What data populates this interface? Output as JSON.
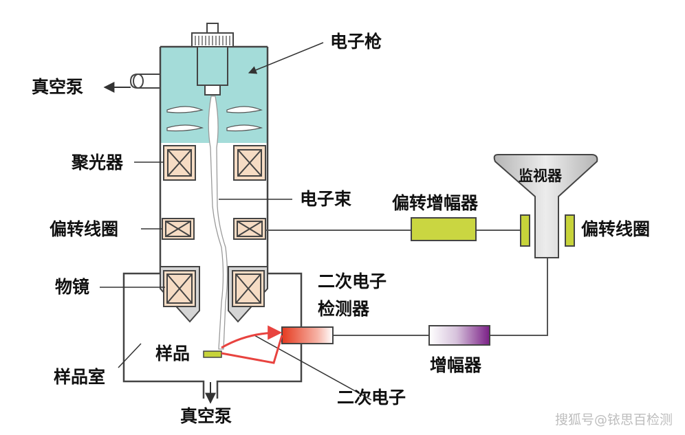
{
  "labels": {
    "electron_gun": "电子枪",
    "vacuum_pump_top": "真空泵",
    "condenser": "聚光器",
    "electron_beam": "电子束",
    "deflection_amplifier": "偏转增幅器",
    "monitor": "监视器",
    "deflection_coil_left": "偏转线圈",
    "deflection_coil_right": "偏转线圈",
    "objective_lens": "物镜",
    "secondary_detector_line1": "二次电子",
    "secondary_detector_line2": "检测器",
    "sample": "样品",
    "sample_chamber": "样品室",
    "amplifier": "增幅器",
    "secondary_electron": "二次电子",
    "vacuum_pump_bottom": "真空泵"
  },
  "watermark": "搜狐号@铱思百检测",
  "colors": {
    "gun_chamber": "#a4dcd9",
    "coil_fill": "#f6dcc4",
    "deflection_amp": "#cad641",
    "monitor_body": "#c7c7c7",
    "deflection_coil_bars": "#c7d33a",
    "amplifier_gradient_end": "#7a1f86",
    "detector_gradient_start": "#e53a1f",
    "secondary_path": "#e8433f",
    "sample_fill": "#c7d33a"
  }
}
